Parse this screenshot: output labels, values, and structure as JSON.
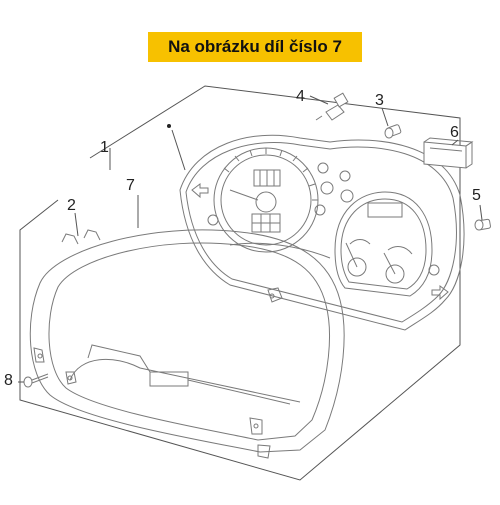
{
  "banner": {
    "text": "Na obrázku díl číslo 7"
  },
  "callouts": [
    {
      "id": "1",
      "label": "1"
    },
    {
      "id": "2",
      "label": "2"
    },
    {
      "id": "3",
      "label": "3"
    },
    {
      "id": "4",
      "label": "4"
    },
    {
      "id": "5",
      "label": "5"
    },
    {
      "id": "6",
      "label": "6"
    },
    {
      "id": "7",
      "label": "7"
    },
    {
      "id": "8",
      "label": "8"
    }
  ]
}
